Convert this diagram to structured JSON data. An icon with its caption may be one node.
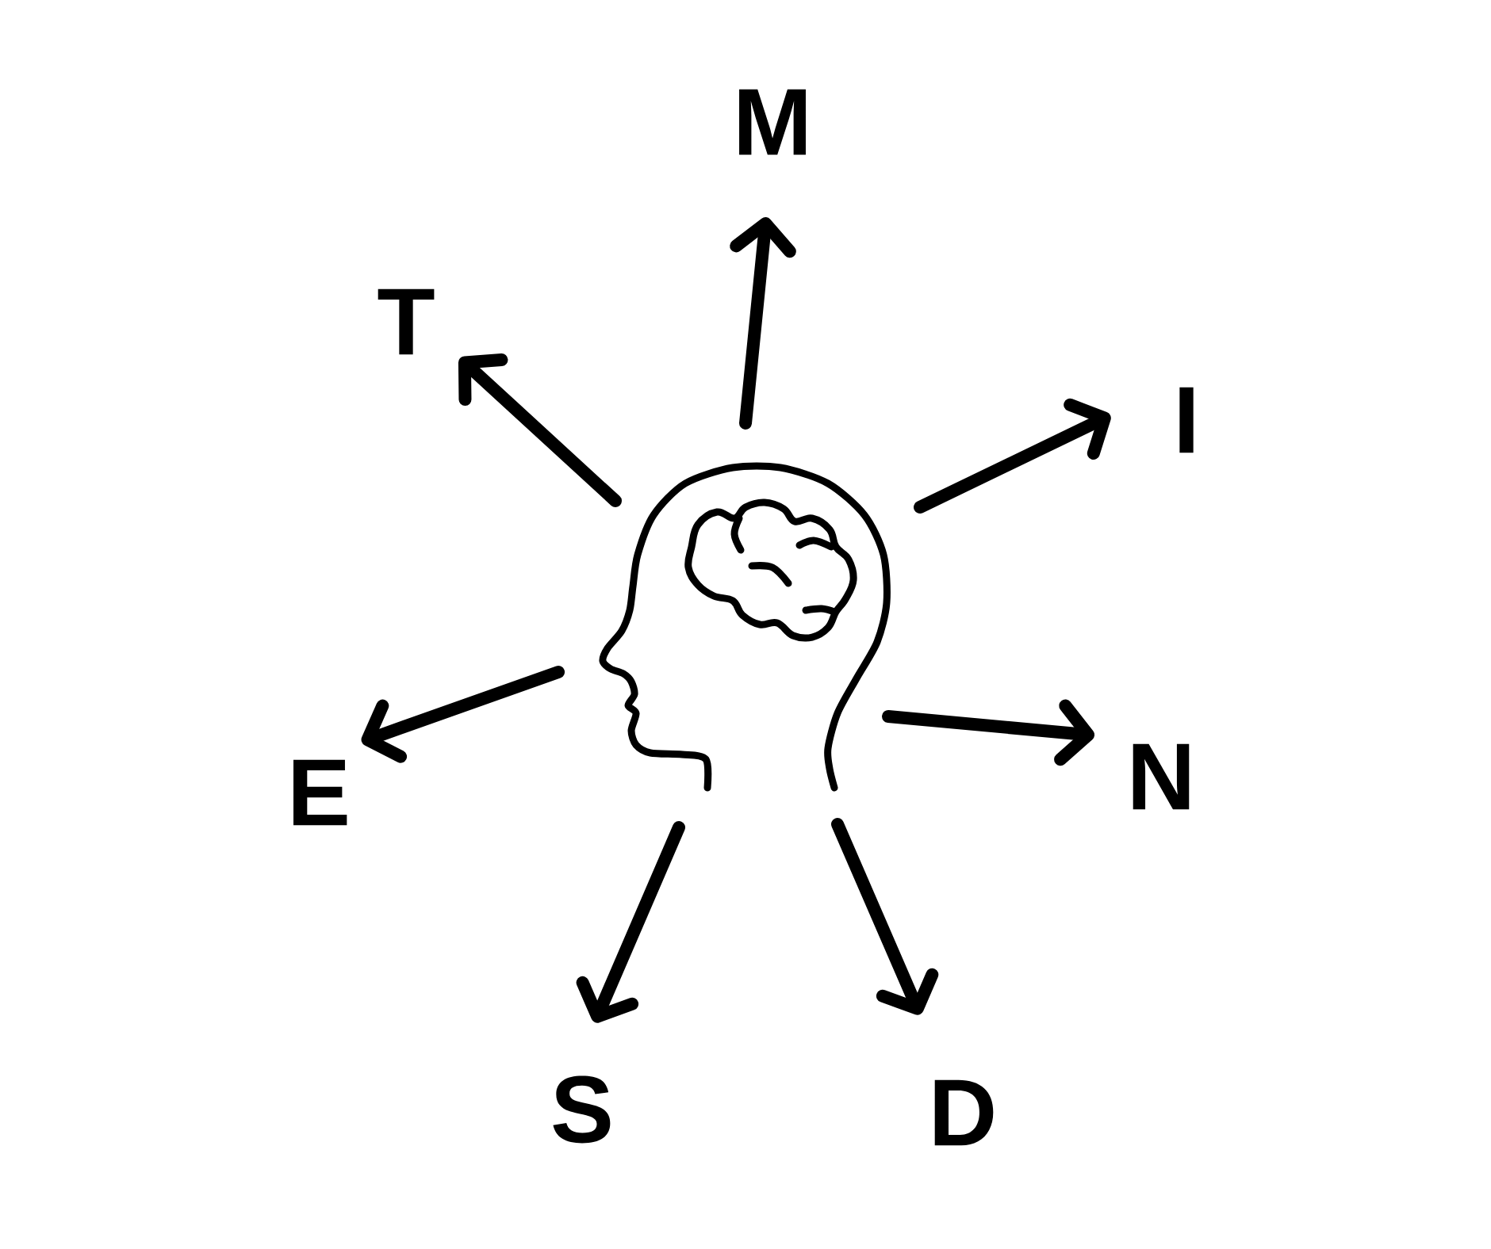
{
  "diagram": {
    "nodes": [
      {
        "text": [],
        "shape": "picture"
      },
      {
        "text": [
          "M"
        ]
      },
      {
        "text": [
          "I"
        ]
      },
      {
        "text": [
          "N"
        ]
      },
      {
        "text": [
          "D"
        ]
      },
      {
        "text": [
          "S"
        ]
      },
      {
        "text": [
          "E"
        ]
      },
      {
        "text": [
          "T"
        ]
      }
    ],
    "edges": [
      {
        "from": 0,
        "to": 1,
        "arrow": "to"
      },
      {
        "from": 0,
        "to": 2,
        "arrow": "to"
      },
      {
        "from": 0,
        "to": 3,
        "arrow": "to"
      },
      {
        "from": 0,
        "to": 4,
        "arrow": "to"
      },
      {
        "from": 0,
        "to": 5,
        "arrow": "to"
      },
      {
        "from": 0,
        "to": 6,
        "arrow": "to"
      },
      {
        "from": 0,
        "to": 7,
        "arrow": "to"
      }
    ]
  }
}
